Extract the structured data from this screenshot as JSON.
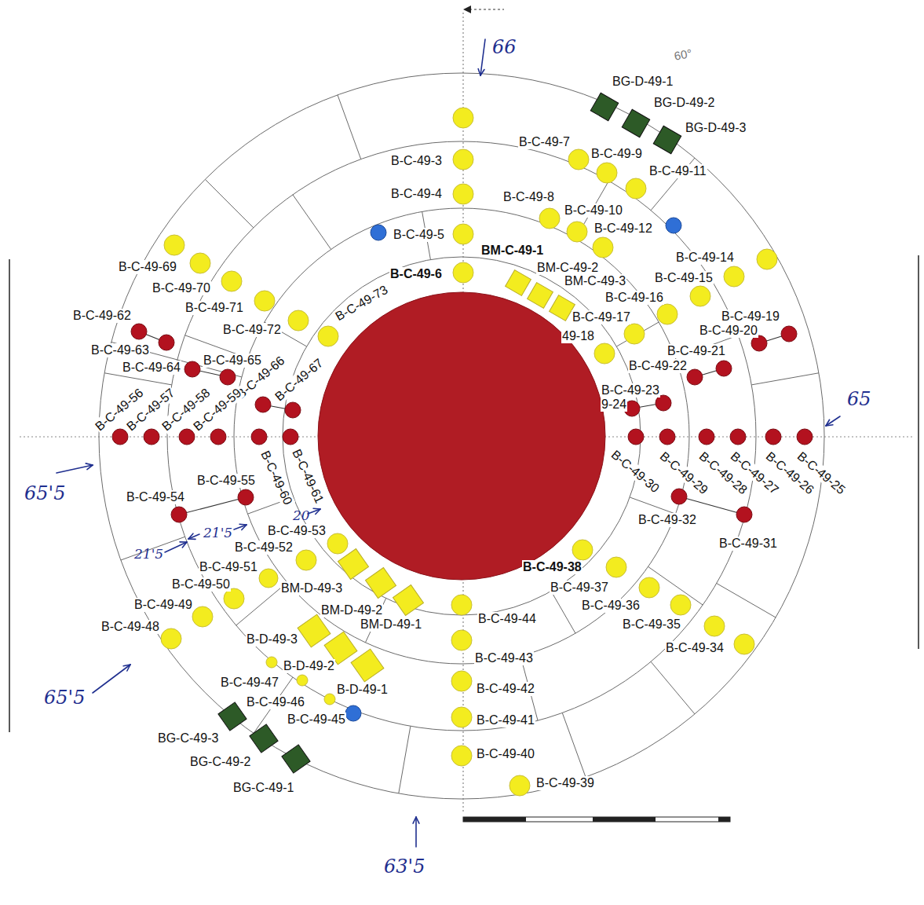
{
  "diagram": {
    "labels": [
      "60°",
      "66",
      "BG-D-49-1",
      "BG-D-49-2",
      "BG-D-49-3",
      "B-C-49-7",
      "B-C-49-9",
      "B-C-49-3",
      "B-C-49-11",
      "B-C-49-4",
      "B-C-49-8",
      "B-C-49-10",
      "B-C-49-5",
      "B-C-49-12",
      "BM-C-49-1",
      "B-C-49-14",
      "B-C-49-69",
      "BM-C-49-2",
      "B-C-49-6",
      "B-C-49-15",
      "BM-C-49-3",
      "B-C-49-70",
      "B-C-49-16",
      "B-C-49-71",
      "B-C-49-62",
      "B-C-49-19",
      "B-C-49-17",
      "B-C-49-73",
      "B-C-49-72",
      "B-C-49-20",
      "49-18",
      "B-C-49-63",
      "B-C-49-21",
      "B-C-49-65",
      "B-C-49-22",
      "B-C-49-64",
      "B-C-49-66",
      "B-C-49-23",
      "B-C-49-67",
      "9-24",
      "B-C-49-56",
      "B-C-49-57",
      "B-C-49-58",
      "B-C-49-59",
      "B-C-49-30",
      "B-C-49-29",
      "B-C-49-28",
      "B-C-49-27",
      "B-C-49-26",
      "B-C-49-25",
      "B-C-49-60",
      "B-C-49-61",
      "65",
      "65'5",
      "B-C-49-55",
      "B-C-49-54",
      "B-C-49-32",
      "20",
      "21'5",
      "21'5",
      "B-C-49-53",
      "B-C-49-31",
      "B-C-49-52",
      "B-C-49-38",
      "B-C-49-51",
      "B-C-49-50",
      "B-C-49-37",
      "BM-D-49-3",
      "B-C-49-49",
      "B-C-49-36",
      "BM-D-49-2",
      "B-C-49-44",
      "B-C-49-35",
      "BM-D-49-1",
      "B-C-49-48",
      "B-D-49-3",
      "B-C-49-34",
      "B-C-49-43",
      "B-D-49-2",
      "B-C-49-47",
      "B-D-49-1",
      "B-C-49-42",
      "65'5",
      "B-C-49-46",
      "B-C-49-45",
      "B-C-49-41",
      "BG-C-49-3",
      "B-C-49-40",
      "BG-C-49-2",
      "B-C-49-39",
      "BG-C-49-1",
      "63'5"
    ]
  }
}
